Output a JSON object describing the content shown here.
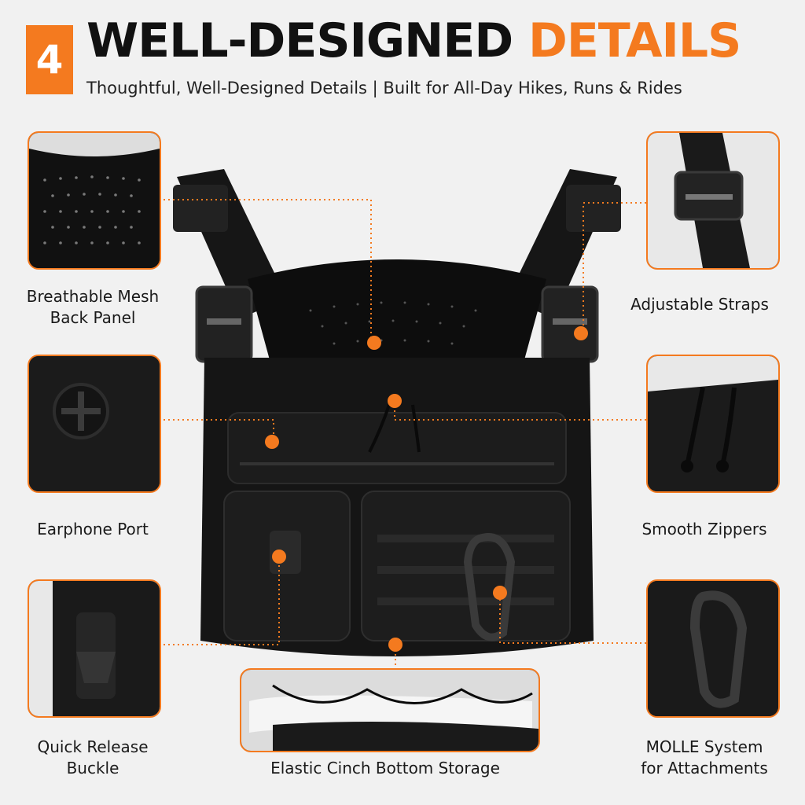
{
  "header": {
    "badge_number": "4",
    "title_dark": "WELL-DESIGNED",
    "title_accent": "DETAILS",
    "subtitle": "Thoughtful, Well-Designed Details | Built for All-Day Hikes, Runs & Rides"
  },
  "features": {
    "mesh_label_1": "Breathable Mesh",
    "mesh_label_2": "Back Panel",
    "straps_label": "Adjustable Straps",
    "earphone_label": "Earphone Port",
    "zippers_label": "Smooth Zippers",
    "buckle_label_1": "Quick Release",
    "buckle_label_2": "Buckle",
    "bottom_label": "Elastic Cinch Bottom Storage",
    "molle_label_1": "MOLLE System",
    "molle_label_2": "for Attachments"
  },
  "colors": {
    "accent": "#f47a1f",
    "text": "#1a1a1a",
    "product": "#111111"
  }
}
